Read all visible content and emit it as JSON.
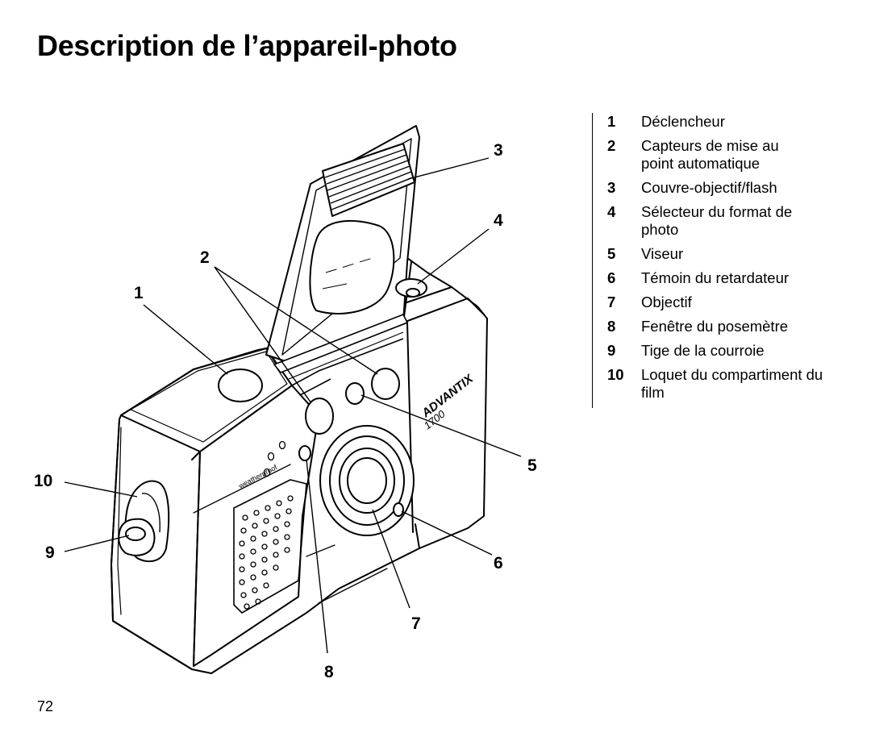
{
  "title": "Description de l’appareil-photo",
  "page_number": "72",
  "callouts": [
    "1",
    "2",
    "3",
    "4",
    "5",
    "6",
    "7",
    "8",
    "9",
    "10"
  ],
  "camera": {
    "brand_text": "ADVANTIX",
    "model_text": "1700",
    "side_text": "weatherproof"
  },
  "legend": [
    {
      "num": "1",
      "text": "Déclencheur"
    },
    {
      "num": "2",
      "text": "Capteurs de mise au point automatique"
    },
    {
      "num": "3",
      "text": "Couvre-objectif/flash"
    },
    {
      "num": "4",
      "text": "Sélecteur du format de photo"
    },
    {
      "num": "5",
      "text": "Viseur"
    },
    {
      "num": "6",
      "text": "Témoin du retardateur"
    },
    {
      "num": "7",
      "text": "Objectif"
    },
    {
      "num": "8",
      "text": "Fenêtre du posemètre"
    },
    {
      "num": "9",
      "text": "Tige de la courroie"
    },
    {
      "num": "10",
      "text": "Loquet du compartiment du film"
    }
  ]
}
